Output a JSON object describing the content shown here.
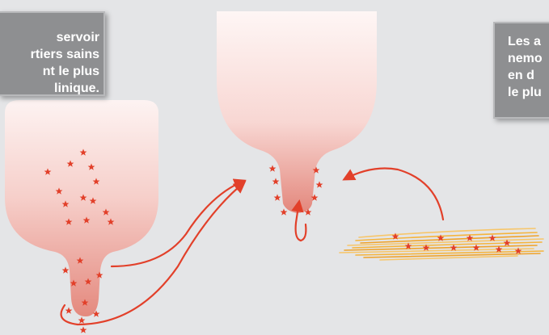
{
  "callouts": {
    "left": {
      "lines": [
        "servoir",
        "rtiers sains",
        "nt le plus",
        "linique."
      ]
    },
    "right": {
      "lines": [
        "Les a",
        "nemo",
        "en d",
        "le plu"
      ]
    }
  },
  "colors": {
    "background": "#e4e5e7",
    "cup_top": "#fdf0ef",
    "cup_bottom": "#e68f85",
    "star": "#e2402a",
    "arrow": "#e2402a",
    "fiber": "#f5b43c",
    "callout_bg": "#8e8f91"
  }
}
